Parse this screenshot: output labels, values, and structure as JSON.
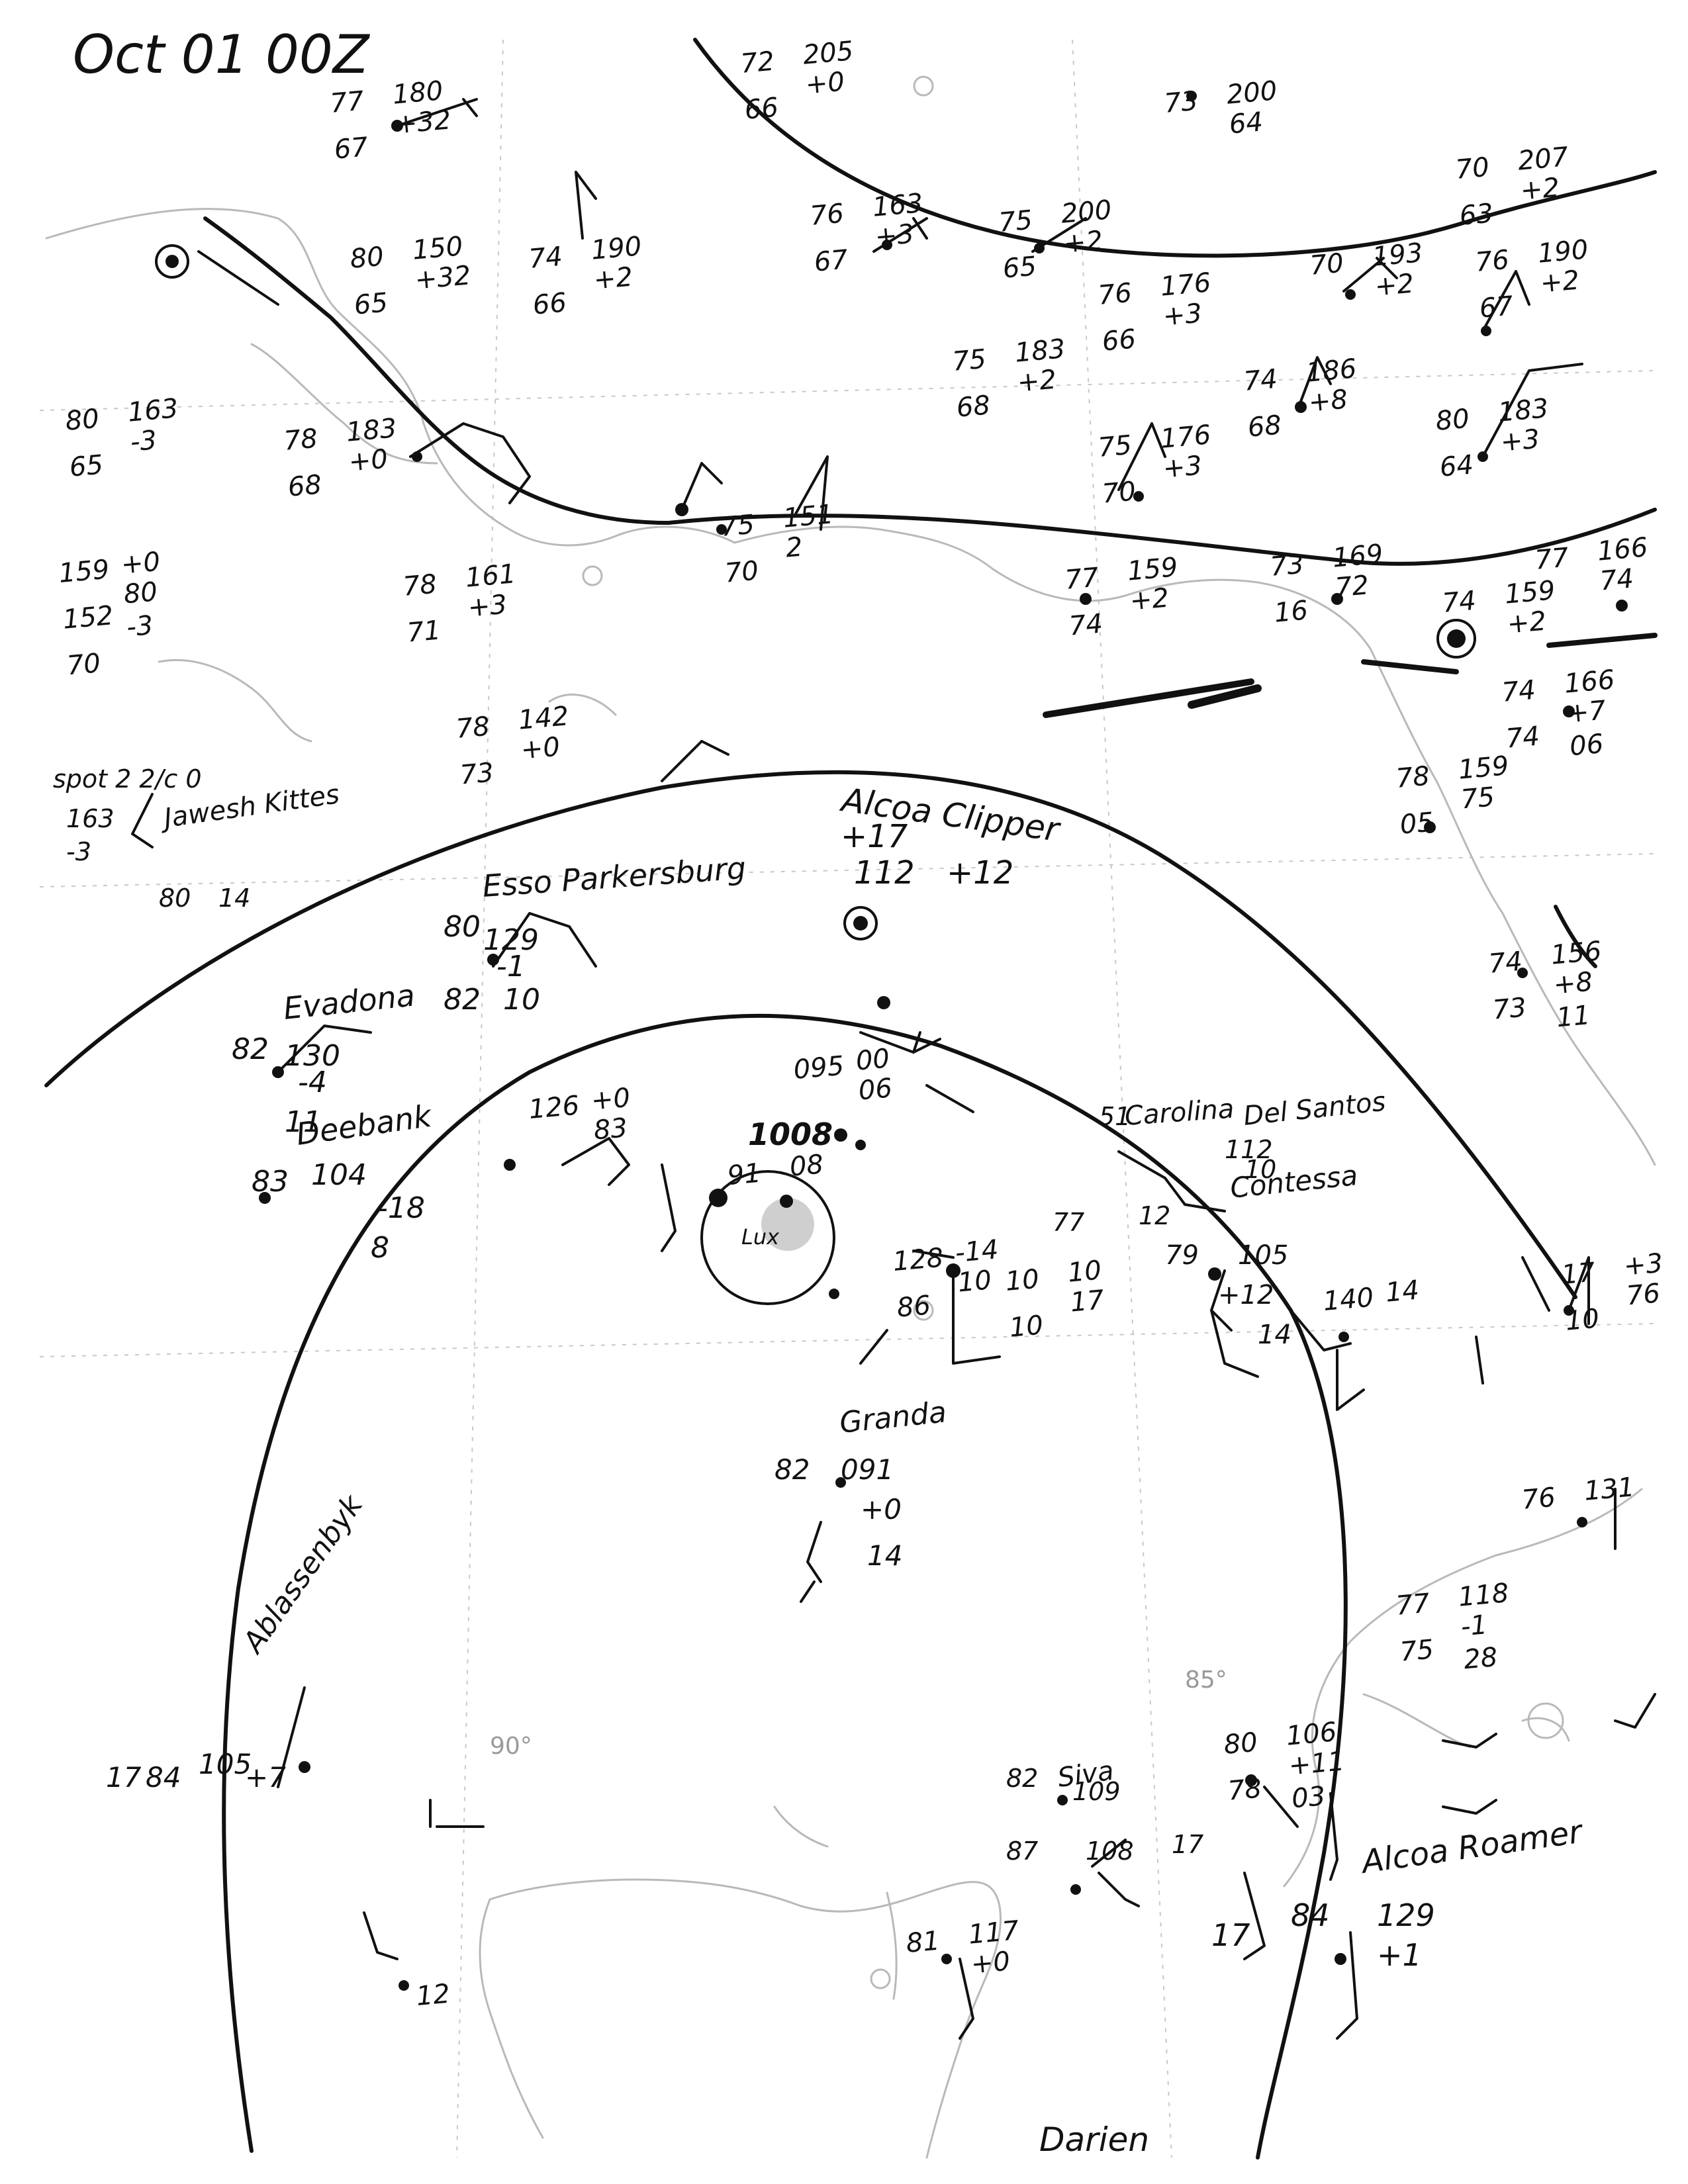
{
  "map": {
    "title": "Oct 01 00Z",
    "grid_labels": {
      "lon_90": "90°",
      "lon_85": "85°"
    },
    "place_labels": {
      "darien": "Darien"
    },
    "colors": {
      "ink": "#111111",
      "basemap": "#b9b9b9",
      "paper": "#ffffff"
    },
    "storm_center": {
      "pressure": "1008",
      "label": "Lux"
    },
    "ships": [
      {
        "id": "alcoa_clipper",
        "name": "Alcoa Clipper",
        "lines": [
          "+17",
          "112",
          "+12"
        ]
      },
      {
        "id": "esso_parkersburg",
        "name": "Esso Parkersburg",
        "lines": [
          "80",
          "129",
          "-1",
          "82",
          "10"
        ]
      },
      {
        "id": "evadona",
        "name": "Evadona",
        "lines": [
          "82",
          "130",
          "-4",
          "11"
        ]
      },
      {
        "id": "deebank",
        "name": "Deebank",
        "lines": [
          "83",
          "104",
          "-18",
          "8"
        ]
      },
      {
        "id": "jawesh",
        "name": "Jawesh Kittes",
        "lines": [
          "spot 2 2/c 0",
          "163",
          "-3",
          "80",
          "14"
        ]
      },
      {
        "id": "carolina",
        "name": "Carolina",
        "lines": [
          "51",
          "112",
          "10"
        ]
      },
      {
        "id": "del_santos",
        "name": "Del Santos",
        "lines": [
          "77",
          "12"
        ]
      },
      {
        "id": "contessa",
        "name": "Contessa",
        "lines": [
          "79",
          "105",
          "+12",
          "14"
        ]
      },
      {
        "id": "granda",
        "name": "Granda",
        "lines": [
          "82",
          "091",
          "+0",
          "14"
        ]
      },
      {
        "id": "ablassenbyk",
        "name": "Ablassenbyk",
        "lines": [
          "84",
          "105",
          "+7",
          "17"
        ]
      },
      {
        "id": "siva",
        "name": "Siva",
        "lines": [
          "82",
          "109",
          "87",
          "108",
          "17"
        ]
      },
      {
        "id": "alcoa_roamer",
        "name": "Alcoa Roamer",
        "lines": [
          "84",
          "129",
          "+1",
          "17"
        ]
      }
    ],
    "stations": [
      {
        "id": "s1",
        "lines": [
          "77",
          "180",
          "+32",
          "67"
        ]
      },
      {
        "id": "s2",
        "lines": [
          "80",
          "150",
          "+32",
          "65"
        ]
      },
      {
        "id": "s3",
        "lines": [
          "74",
          "190",
          "+2",
          "66"
        ]
      },
      {
        "id": "s4",
        "lines": [
          "72",
          "205",
          "+0",
          "66"
        ]
      },
      {
        "id": "s5",
        "lines": [
          "76",
          "163",
          "+3",
          "67"
        ]
      },
      {
        "id": "s6",
        "lines": [
          "75",
          "200",
          "+2",
          "65"
        ]
      },
      {
        "id": "s7",
        "lines": [
          "73",
          "200",
          "64"
        ]
      },
      {
        "id": "s8",
        "lines": [
          "70",
          "207",
          "+2",
          "63"
        ]
      },
      {
        "id": "s9",
        "lines": [
          "76",
          "176",
          "+3",
          "66"
        ]
      },
      {
        "id": "s10",
        "lines": [
          "70",
          "193",
          "+2"
        ]
      },
      {
        "id": "s11",
        "lines": [
          "76",
          "190",
          "+2",
          "67"
        ]
      },
      {
        "id": "s12",
        "lines": [
          "75",
          "183",
          "+2",
          "68"
        ]
      },
      {
        "id": "s13",
        "lines": [
          "74",
          "186",
          "+8",
          "68"
        ]
      },
      {
        "id": "s14",
        "lines": [
          "80",
          "183",
          "+3",
          "64"
        ]
      },
      {
        "id": "s15",
        "lines": [
          "80",
          "163",
          "-3",
          "65"
        ]
      },
      {
        "id": "s16",
        "lines": [
          "78",
          "183",
          "+0",
          "68"
        ]
      },
      {
        "id": "s17",
        "lines": [
          "75",
          "176",
          "+3",
          "70"
        ]
      },
      {
        "id": "s18",
        "lines": [
          "75",
          "151",
          "2",
          "70"
        ]
      },
      {
        "id": "s19",
        "lines": [
          "159",
          "+0",
          "80",
          "152",
          "-3",
          "70"
        ]
      },
      {
        "id": "s20",
        "lines": [
          "78",
          "161",
          "+3",
          "71"
        ]
      },
      {
        "id": "s21",
        "lines": [
          "77",
          "159",
          "+2",
          "74"
        ]
      },
      {
        "id": "s22",
        "lines": [
          "73",
          "169",
          "72",
          "16"
        ]
      },
      {
        "id": "s23",
        "lines": [
          "74",
          "159",
          "+2"
        ]
      },
      {
        "id": "s24",
        "lines": [
          "77",
          "166",
          "74"
        ]
      },
      {
        "id": "s25",
        "lines": [
          "78",
          "142",
          "+0",
          "73"
        ]
      },
      {
        "id": "s26",
        "lines": [
          "78",
          "159",
          "75",
          "05"
        ]
      },
      {
        "id": "s27",
        "lines": [
          "74",
          "166",
          "+7",
          "74",
          "06"
        ]
      },
      {
        "id": "s28",
        "lines": [
          "74",
          "156",
          "+8",
          "73",
          "11"
        ]
      },
      {
        "id": "s29",
        "lines": [
          "17",
          "+3",
          "76",
          "10"
        ]
      },
      {
        "id": "s30",
        "lines": [
          "76",
          "131"
        ]
      },
      {
        "id": "s31",
        "lines": [
          "77",
          "118",
          "-1",
          "75",
          "28"
        ]
      },
      {
        "id": "s32",
        "lines": [
          "80",
          "106",
          "+11",
          "78",
          "03"
        ]
      },
      {
        "id": "s33",
        "lines": [
          "81",
          "117",
          "+0"
        ]
      },
      {
        "id": "s34",
        "lines": [
          "12"
        ]
      },
      {
        "id": "s35",
        "lines": [
          "140",
          "14"
        ]
      },
      {
        "id": "s36",
        "lines": [
          "128",
          "-14",
          "10",
          "86"
        ]
      },
      {
        "id": "s37",
        "lines": [
          "126",
          "+0",
          "83"
        ]
      },
      {
        "id": "s38",
        "lines": [
          "095",
          "00",
          "06"
        ]
      },
      {
        "id": "s39",
        "lines": [
          "91",
          "08"
        ]
      },
      {
        "id": "s40",
        "lines": [
          "10",
          "10",
          "17",
          "10"
        ]
      }
    ]
  }
}
